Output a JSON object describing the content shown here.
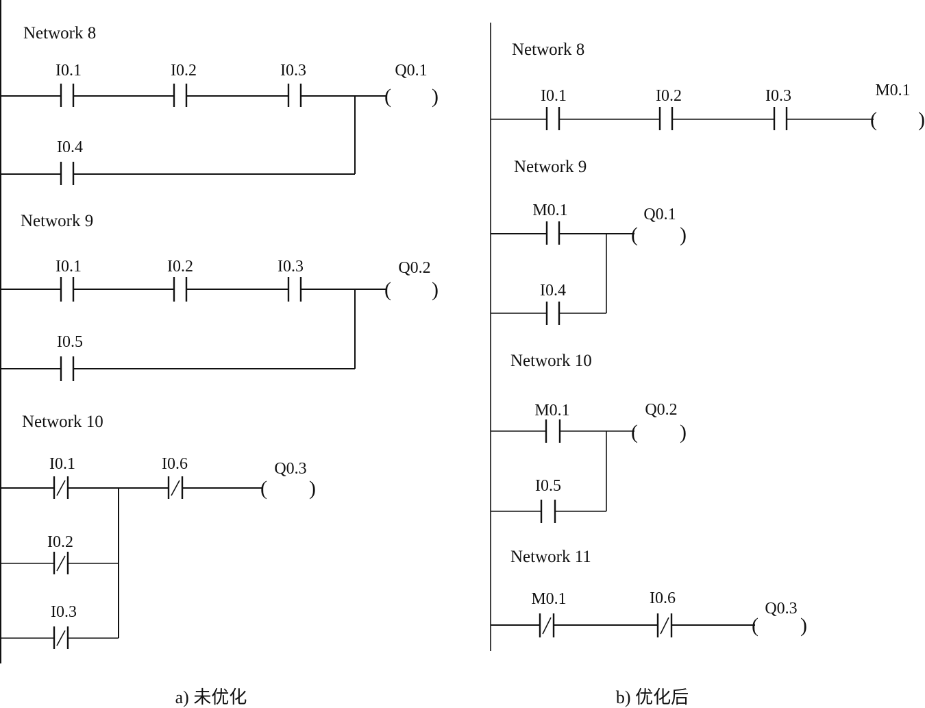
{
  "panels": [
    {
      "id": "a",
      "caption": "a) 未优化",
      "networks": [
        {
          "title": "Network 8",
          "rungs": [
            {
              "elements": [
                {
                  "type": "NO",
                  "label": "I0.1"
                },
                {
                  "type": "NO",
                  "label": "I0.2"
                },
                {
                  "type": "NO",
                  "label": "I0.3"
                }
              ]
            },
            {
              "elements": [
                {
                  "type": "NO",
                  "label": "I0.4"
                }
              ]
            }
          ],
          "branch": "parallel",
          "coil": {
            "label": "Q0.1"
          }
        },
        {
          "title": "Network 9",
          "rungs": [
            {
              "elements": [
                {
                  "type": "NO",
                  "label": "I0.1"
                },
                {
                  "type": "NO",
                  "label": "I0.2"
                },
                {
                  "type": "NO",
                  "label": "I0.3"
                }
              ]
            },
            {
              "elements": [
                {
                  "type": "NO",
                  "label": "I0.5"
                }
              ]
            }
          ],
          "branch": "parallel",
          "coil": {
            "label": "Q0.2"
          }
        },
        {
          "title": "Network 10",
          "rungs": [
            {
              "elements": [
                {
                  "type": "NC",
                  "label": "I0.1"
                }
              ]
            },
            {
              "elements": [
                {
                  "type": "NC",
                  "label": "I0.2"
                }
              ]
            },
            {
              "elements": [
                {
                  "type": "NC",
                  "label": "I0.3"
                }
              ]
            }
          ],
          "branch": "parallel",
          "series_after": [
            {
              "type": "NC",
              "label": "I0.6"
            }
          ],
          "coil": {
            "label": "Q0.3"
          }
        }
      ]
    },
    {
      "id": "b",
      "caption": "b) 优化后",
      "networks": [
        {
          "title": "Network 8",
          "rungs": [
            {
              "elements": [
                {
                  "type": "NO",
                  "label": "I0.1"
                },
                {
                  "type": "NO",
                  "label": "I0.2"
                },
                {
                  "type": "NO",
                  "label": "I0.3"
                }
              ]
            }
          ],
          "coil": {
            "label": "M0.1"
          }
        },
        {
          "title": "Network 9",
          "rungs": [
            {
              "elements": [
                {
                  "type": "NO",
                  "label": "M0.1"
                }
              ]
            },
            {
              "elements": [
                {
                  "type": "NO",
                  "label": "I0.4"
                }
              ]
            }
          ],
          "branch": "parallel",
          "coil": {
            "label": "Q0.1"
          }
        },
        {
          "title": "Network 10",
          "rungs": [
            {
              "elements": [
                {
                  "type": "NO",
                  "label": "M0.1"
                }
              ]
            },
            {
              "elements": [
                {
                  "type": "NO",
                  "label": "I0.5"
                }
              ]
            }
          ],
          "branch": "parallel",
          "coil": {
            "label": "Q0.2"
          }
        },
        {
          "title": "Network 11",
          "rungs": [
            {
              "elements": [
                {
                  "type": "NC",
                  "label": "M0.1"
                },
                {
                  "type": "NC",
                  "label": "I0.6"
                }
              ]
            }
          ],
          "coil": {
            "label": "Q0.3"
          }
        }
      ]
    }
  ],
  "coil_symbol": {
    "open": "(",
    "close": ")"
  }
}
